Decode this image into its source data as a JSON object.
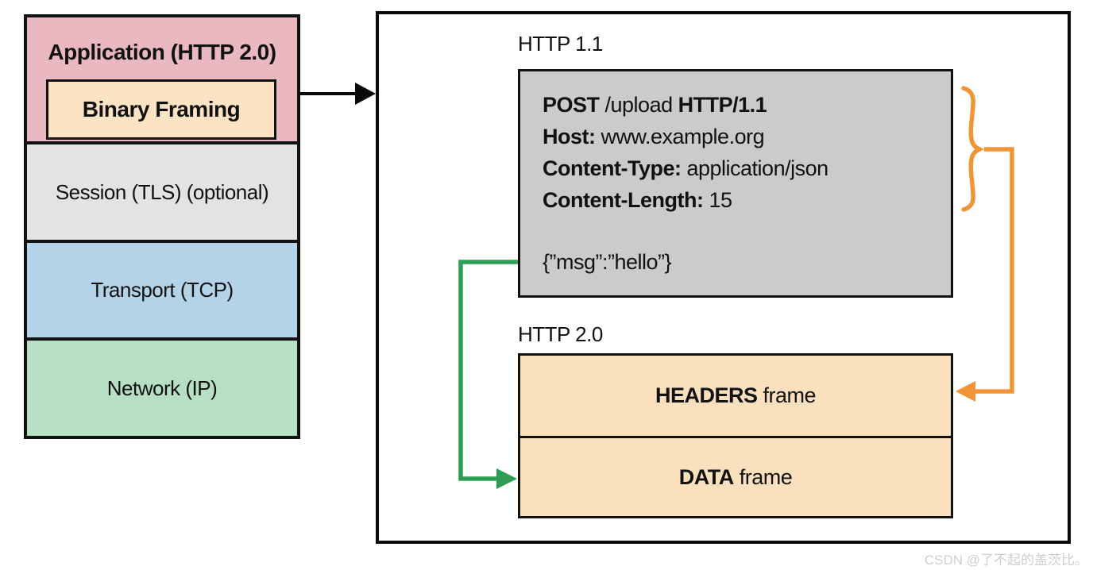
{
  "stack": {
    "application_label": "Application (HTTP 2.0)",
    "binary_framing_label": "Binary Framing",
    "session_label": "Session (TLS) (optional)",
    "transport_label": "Transport (TCP)",
    "network_label": "Network (IP)"
  },
  "http11": {
    "label": "HTTP 1.1",
    "request": {
      "method": "POST",
      "target": " /upload ",
      "version": "HTTP/1.1",
      "host_name": "Host:",
      "host_value": " www.example.org",
      "content_type_name": "Content-Type:",
      "content_type_value": " application/json",
      "content_length_name": "Content-Length:",
      "content_length_value": " 15",
      "body": "{”msg”:”hello”}"
    }
  },
  "http20": {
    "label": "HTTP 2.0",
    "headers_frame": {
      "bold": "HEADERS",
      "rest": " frame"
    },
    "data_frame": {
      "bold": "DATA",
      "rest": " frame"
    }
  },
  "colors": {
    "pink": "#eab8c1",
    "peach": "#fce3c4",
    "light-gray": "#e3e3e3",
    "blue": "#b3d4e8",
    "green-fill": "#b6dfc4",
    "gray-box": "#cbcbcb",
    "frame-fill": "#fbe0bd",
    "orange-accent": "#ef9538",
    "green-accent": "#2f9e54",
    "border": "#111111"
  },
  "watermark": "CSDN @了不起的盖茨比。"
}
